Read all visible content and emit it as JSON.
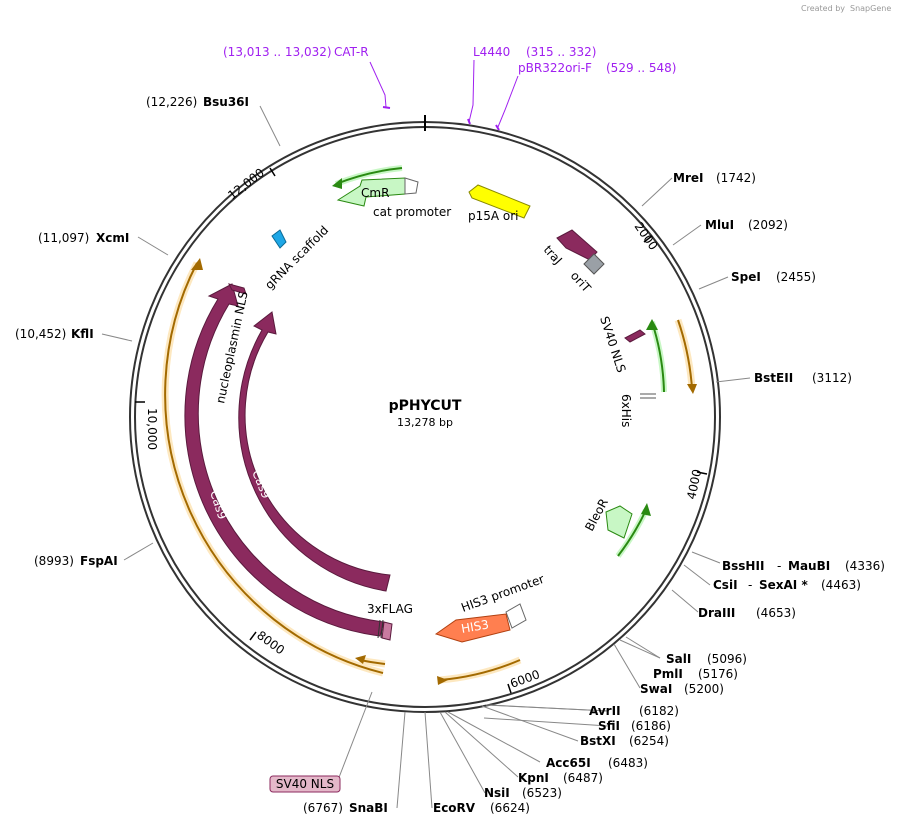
{
  "credit": {
    "created_by": "Created by",
    "brand": "SnapGene"
  },
  "plasmid": {
    "name": "pPHYCUT",
    "size": "13,278 bp"
  },
  "ticks": [
    "2000",
    "4000",
    "6000",
    "8000",
    "10,000",
    "12,000"
  ],
  "primers": [
    {
      "name": "CAT-R",
      "range": "(13,013 .. 13,032)"
    },
    {
      "name": "L4440",
      "range": "(315 .. 332)"
    },
    {
      "name": "pBR322ori-F",
      "range": "(529 .. 548)"
    }
  ],
  "sites": [
    {
      "name": "Bsu36I",
      "pos": "(12,226)"
    },
    {
      "name": "XcmI",
      "pos": "(11,097)"
    },
    {
      "name": "KflI",
      "pos": "(10,452)"
    },
    {
      "name": "FspAI",
      "pos": "(8993)"
    },
    {
      "name": "MreI",
      "pos": "(1742)"
    },
    {
      "name": "MluI",
      "pos": "(2092)"
    },
    {
      "name": "SpeI",
      "pos": "(2455)"
    },
    {
      "name": "BstEII",
      "pos": "(3112)"
    },
    {
      "name": "BssHII",
      "name2": "MauBI",
      "pos": "(4336)"
    },
    {
      "name": "CsiI",
      "name2": "SexAI *",
      "pos": "(4463)"
    },
    {
      "name": "DraIII",
      "pos": "(4653)"
    },
    {
      "name": "SalI",
      "pos": "(5096)"
    },
    {
      "name": "PmlI",
      "pos": "(5176)"
    },
    {
      "name": "SwaI",
      "pos": "(5200)"
    },
    {
      "name": "AvrII",
      "pos": "(6182)"
    },
    {
      "name": "SfiI",
      "pos": "(6186)"
    },
    {
      "name": "BstXI",
      "pos": "(6254)"
    },
    {
      "name": "Acc65I",
      "pos": "(6483)"
    },
    {
      "name": "KpnI",
      "pos": "(6487)"
    },
    {
      "name": "NsiI",
      "pos": "(6523)"
    },
    {
      "name": "EcoRV",
      "pos": "(6624)"
    },
    {
      "name": "SnaBI",
      "pos": "(6767)"
    }
  ],
  "features": {
    "cmr": "CmR",
    "cat_promoter": "cat promoter",
    "p15a_ori": "p15A ori",
    "traj": "traJ",
    "orit": "oriT",
    "sv40_nls_inner": "SV40 NLS",
    "six_his": "6xHis",
    "bleor": "BleoR",
    "his3_promoter": "HIS3 promoter",
    "his3": "HIS3",
    "three_flag": "3xFLAG",
    "cas9_inner": "Cas9",
    "cas9_outer": "Cas9",
    "nucleoplasmin_nls": "nucleoplasmin NLS",
    "grna_scaffold": "gRNA scaffold",
    "sv40_nls_box": "SV40 NLS"
  },
  "colors": {
    "cas9": "#8b2a5e",
    "cmr": "#c8f7c5",
    "p15a": "#ffff00",
    "traj": "#8b2a5e",
    "orit": "#9aa0a6",
    "his3": "#ff7f50",
    "bleor": "#c8f7c5",
    "grna": "#1ea7e6",
    "orf": "#f5a623",
    "primer": "#a020f0"
  }
}
